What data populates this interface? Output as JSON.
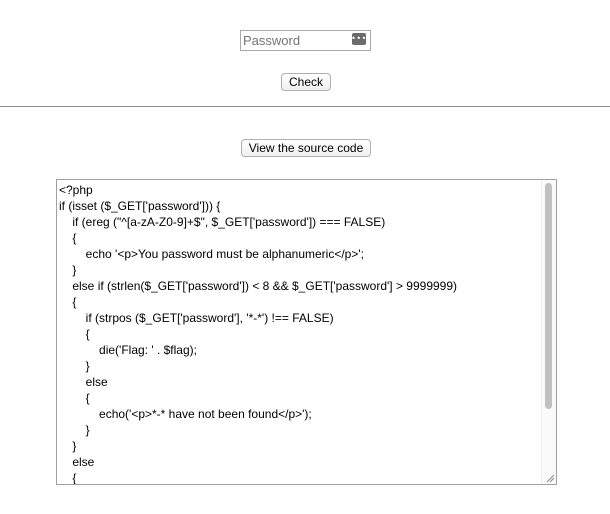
{
  "password_form": {
    "placeholder": "Password",
    "value": "",
    "key_icon": "password-manager-key-icon",
    "check_label": "Check"
  },
  "source": {
    "button_label": "View the source code",
    "code": "<?php\nif (isset ($_GET['password'])) {\n\tif (ereg (\"^[a-zA-Z0-9]+$\", $_GET['password']) === FALSE)\n\t{\n\t\techo '<p>You password must be alphanumeric</p>';\n\t}\n\telse if (strlen($_GET['password']) < 8 && $_GET['password'] > 9999999)\n\t{\n\t\tif (strpos ($_GET['password'], '*-*') !== FALSE)\n\t\t{\n\t\t\tdie('Flag: ' . $flag);\n\t\t}\n\t\telse\n\t\t{\n\t\t\techo('<p>*-* have not been found</p>');\n\t\t}\n\t}\n\telse\n\t{"
  },
  "colors": {
    "divider": "#8c8c8c",
    "scroll_thumb": "#c1c1c1"
  }
}
